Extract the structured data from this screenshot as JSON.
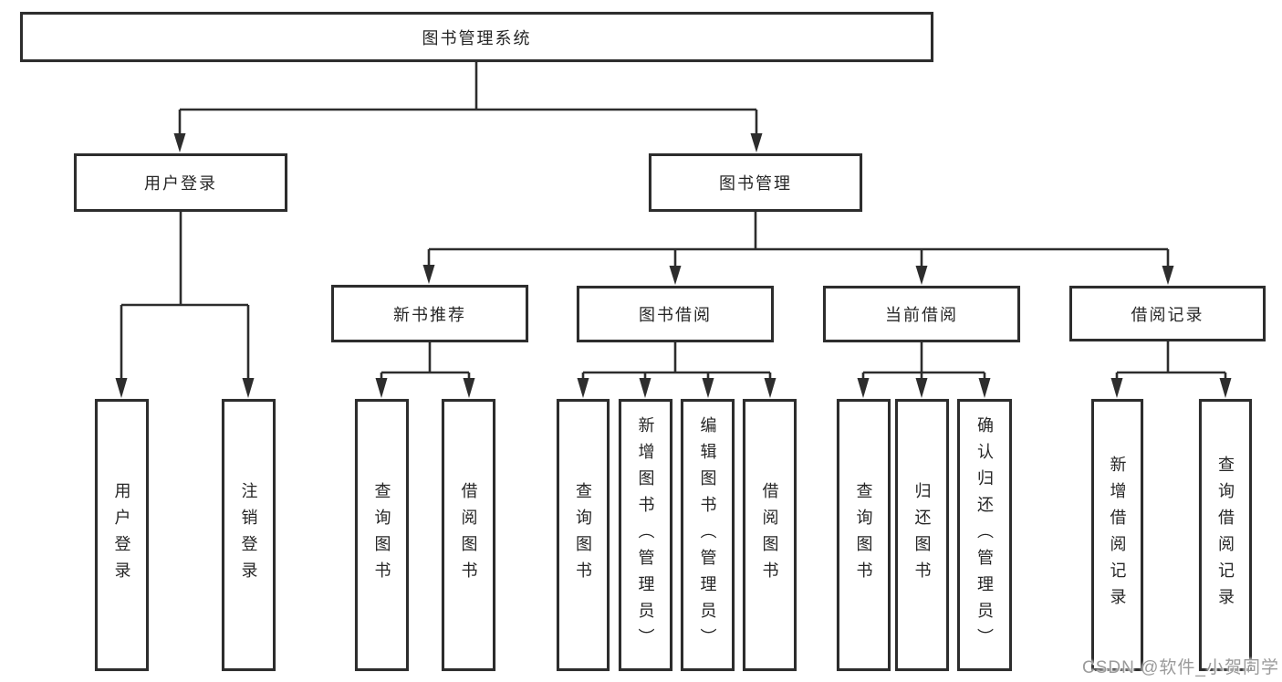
{
  "diagram": {
    "root": {
      "label": "图书管理系统"
    },
    "level2": [
      {
        "id": "user-login",
        "label": "用户登录"
      },
      {
        "id": "book-management",
        "label": "图书管理"
      }
    ],
    "level3": [
      {
        "id": "new-book-recommend",
        "label": "新书推荐",
        "parent": "图书管理"
      },
      {
        "id": "book-borrow",
        "label": "图书借阅",
        "parent": "图书管理"
      },
      {
        "id": "current-borrow",
        "label": "当前借阅",
        "parent": "图书管理"
      },
      {
        "id": "borrow-records",
        "label": "借阅记录",
        "parent": "图书管理"
      }
    ],
    "leaves": [
      {
        "label": "用户登录",
        "parent": "用户登录"
      },
      {
        "label": "注销登录",
        "parent": "用户登录"
      },
      {
        "label": "查询图书",
        "parent": "新书推荐"
      },
      {
        "label": "借阅图书",
        "parent": "新书推荐"
      },
      {
        "label": "查询图书",
        "parent": "图书借阅"
      },
      {
        "label": "新增图书（管理员）",
        "parent": "图书借阅"
      },
      {
        "label": "编辑图书（管理员）",
        "parent": "图书借阅"
      },
      {
        "label": "借阅图书",
        "parent": "图书借阅"
      },
      {
        "label": "查询图书",
        "parent": "当前借阅"
      },
      {
        "label": "归还图书",
        "parent": "当前借阅"
      },
      {
        "label": "确认归还（管理员）",
        "parent": "当前借阅"
      },
      {
        "label": "新增借阅记录",
        "parent": "借阅记录"
      },
      {
        "label": "查询借阅记录",
        "parent": "借阅记录"
      }
    ]
  },
  "watermark": {
    "text": "CSDN @软件_小贺同学"
  },
  "colors": {
    "line": "#2d2d2d",
    "text": "#262626",
    "watermark": "#9b9b9b",
    "background": "#ffffff"
  }
}
